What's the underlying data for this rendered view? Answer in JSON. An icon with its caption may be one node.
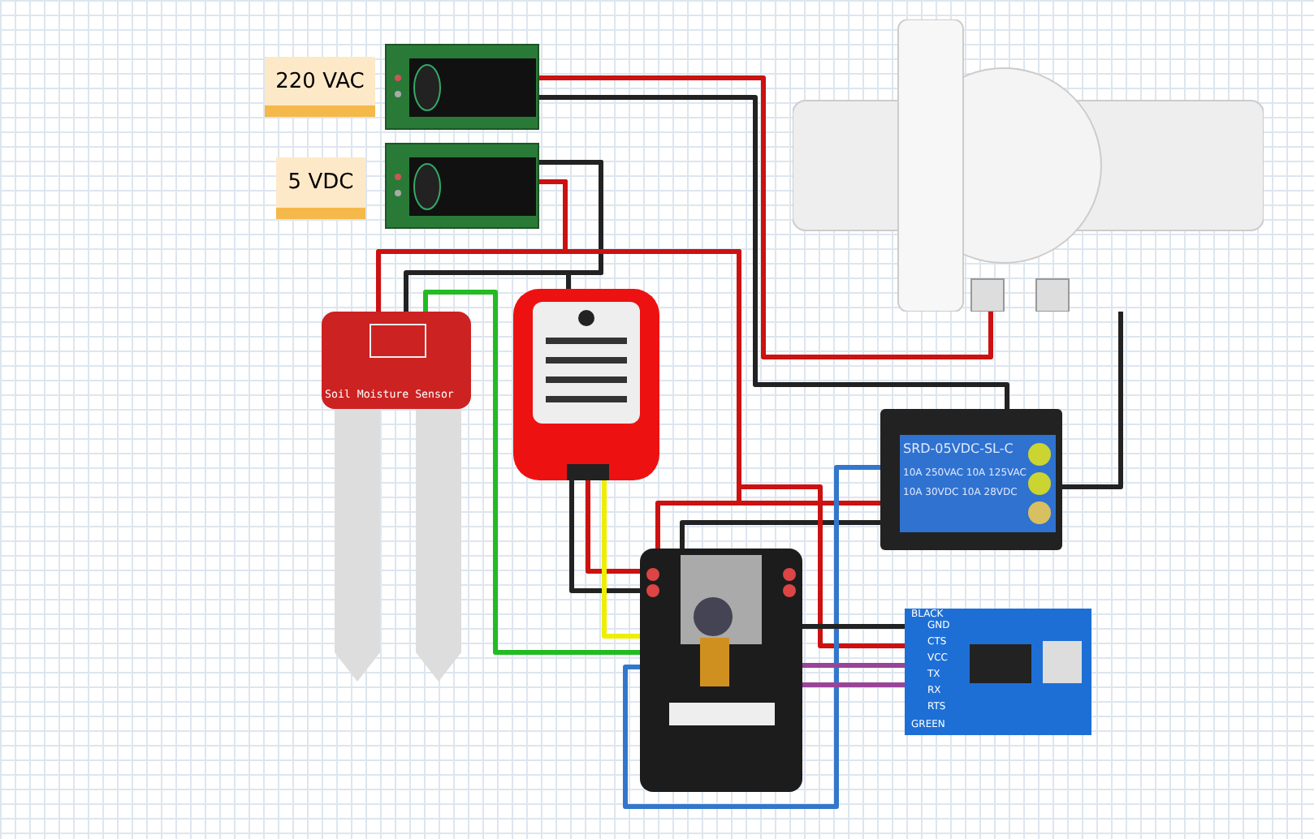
{
  "diagram": {
    "nodes": [
      {
        "text": [
          "220 VAC"
        ]
      },
      {
        "text": [
          "5 VDC"
        ]
      },
      {
        "text": [],
        "shape": "picture"
      },
      {
        "text": [],
        "shape": "picture"
      },
      {
        "text": [],
        "shape": "picture"
      },
      {
        "text": [
          "Soil Moisture Sensor"
        ]
      },
      {
        "text": [],
        "shape": "picture"
      },
      {
        "text": [
          "SRD-05VDC-SL-C",
          "10A 250VAC 10A 125VAC",
          "10A 30VDC 10A 28VDC"
        ]
      },
      {
        "text": [],
        "shape": "picture"
      },
      {
        "text": [
          "BLACK",
          "GND",
          "CTS",
          "VCC",
          "TX",
          "RX",
          "RTS",
          "GREEN"
        ]
      }
    ],
    "edges": [
      {
        "from": 2,
        "to": 4,
        "arrow": "none",
        "color": "#cc1111"
      },
      {
        "from": 2,
        "to": 7,
        "arrow": "none"
      },
      {
        "from": 4,
        "to": 7,
        "arrow": "none"
      },
      {
        "from": 3,
        "to": 5,
        "arrow": "none"
      },
      {
        "from": 3,
        "to": 6,
        "arrow": "none"
      },
      {
        "from": 6,
        "to": 8,
        "arrow": "none"
      },
      {
        "from": 8,
        "to": 7,
        "arrow": "none"
      },
      {
        "from": 3,
        "to": 5,
        "arrow": "none",
        "color": "#cc1111"
      },
      {
        "from": 3,
        "to": 7,
        "arrow": "none",
        "color": "#cc1111"
      },
      {
        "from": 7,
        "to": 8,
        "arrow": "none",
        "color": "#cc1111"
      },
      {
        "from": 3,
        "to": 9,
        "arrow": "none",
        "color": "#cc1111"
      },
      {
        "from": 6,
        "to": 8,
        "arrow": "none",
        "color": "#cc1111"
      },
      {
        "from": 6,
        "to": 8,
        "arrow": "none",
        "color": "#eeee00"
      },
      {
        "from": 5,
        "to": 8,
        "arrow": "none",
        "color": "#22bb22"
      },
      {
        "from": 8,
        "to": 7,
        "arrow": "none",
        "color": "#3377cc"
      },
      {
        "from": 8,
        "to": 9,
        "arrow": "none"
      },
      {
        "from": 8,
        "to": 9,
        "arrow": "none",
        "color": "#994499"
      },
      {
        "from": 8,
        "to": 9,
        "arrow": "none",
        "color": "#994499"
      }
    ]
  }
}
